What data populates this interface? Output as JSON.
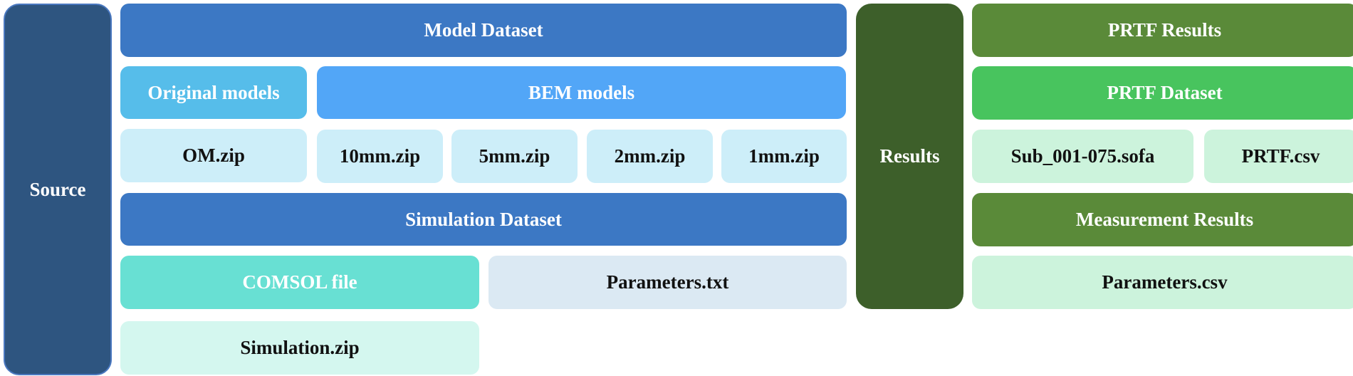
{
  "source": {
    "label": "Source"
  },
  "model_dataset": {
    "title": "Model Dataset",
    "original_models": {
      "label": "Original models",
      "file": "OM.zip"
    },
    "bem_models": {
      "label": "BEM models",
      "files": [
        "10mm.zip",
        "5mm.zip",
        "2mm.zip",
        "1mm.zip"
      ]
    }
  },
  "simulation_dataset": {
    "title": "Simulation Dataset",
    "comsol": {
      "label": "COMSOL file",
      "file": "Simulation.zip"
    },
    "parameters": "Parameters.txt"
  },
  "results": {
    "label": "Results"
  },
  "prtf_results": {
    "title": "PRTF Results",
    "prtf_dataset": {
      "label": "PRTF Dataset",
      "files": [
        "Sub_001-075.sofa",
        "PRTF.csv"
      ]
    },
    "measurement_results": {
      "label": "Measurement Results",
      "file": "Parameters.csv"
    }
  },
  "colors": {
    "source": "#2e5580",
    "model_bar": "#3c78c4",
    "original_models": "#56bdea",
    "bem_models": "#52a6f7",
    "file_pale_blue": "#cdeef9",
    "comsol": "#68e0d3",
    "parameters_txt": "#dbe9f3",
    "simulation_zip": "#d4f7ef",
    "results": "#3d5f2a",
    "prtf_green": "#5a8a39",
    "prtf_dataset": "#48c45e",
    "prtf_files": "#ccf3dc"
  }
}
